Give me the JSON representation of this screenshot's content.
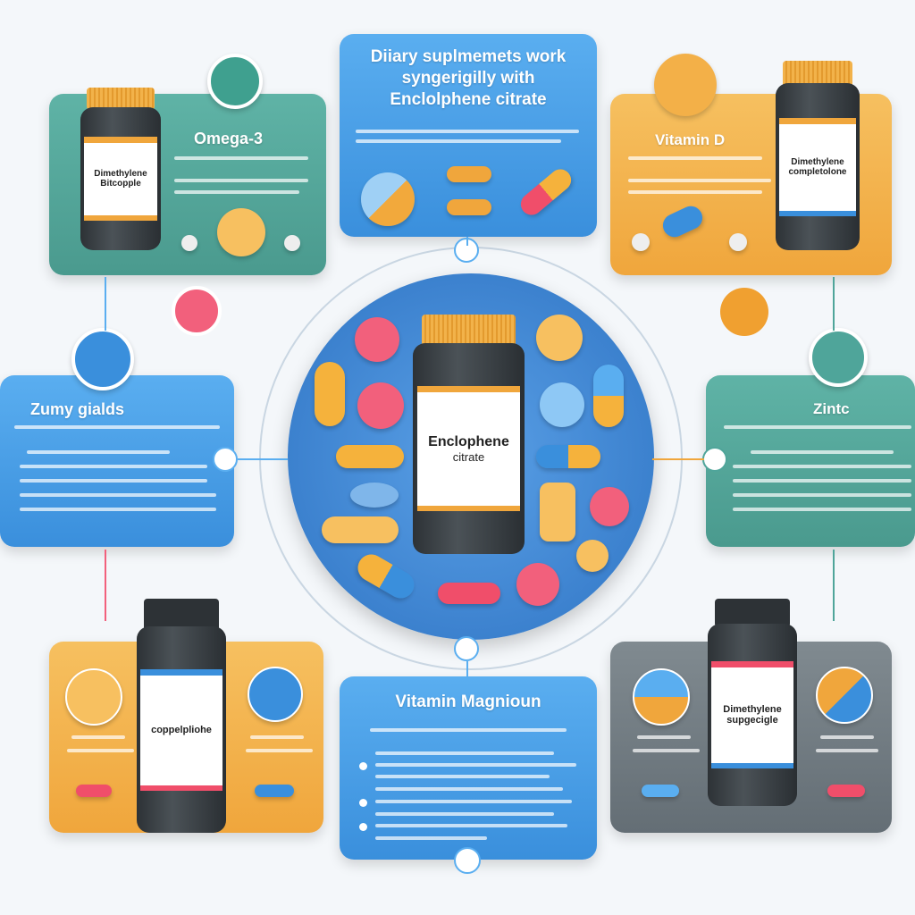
{
  "header": {
    "title": "Diiary suplmemets work syngerigilly with Enclolphene citrate"
  },
  "center": {
    "bottle_label_line1": "Enclophene",
    "bottle_label_line2": "citrate"
  },
  "panels": {
    "top_left": {
      "title": "Omega-3",
      "bottle_label": "Dimethylene Bitcopple"
    },
    "top_right": {
      "title": "Vitamin D",
      "bottle_label": "Dimethylene completolone"
    },
    "mid_left": {
      "title": "Zumy gialds"
    },
    "mid_right": {
      "title": "Zintc"
    },
    "bottom_left": {
      "bottle_label": "coppelpliohe"
    },
    "bottom_center": {
      "title": "Vitamin Magnioun"
    },
    "bottom_right": {
      "bottle_label": "Dimethylene supgecigle"
    }
  },
  "colors": {
    "teal": "#4fa59a",
    "blue": "#4aa0e8",
    "orange": "#f2ad48",
    "gray": "#6e787e",
    "center": "#3f86d2"
  }
}
